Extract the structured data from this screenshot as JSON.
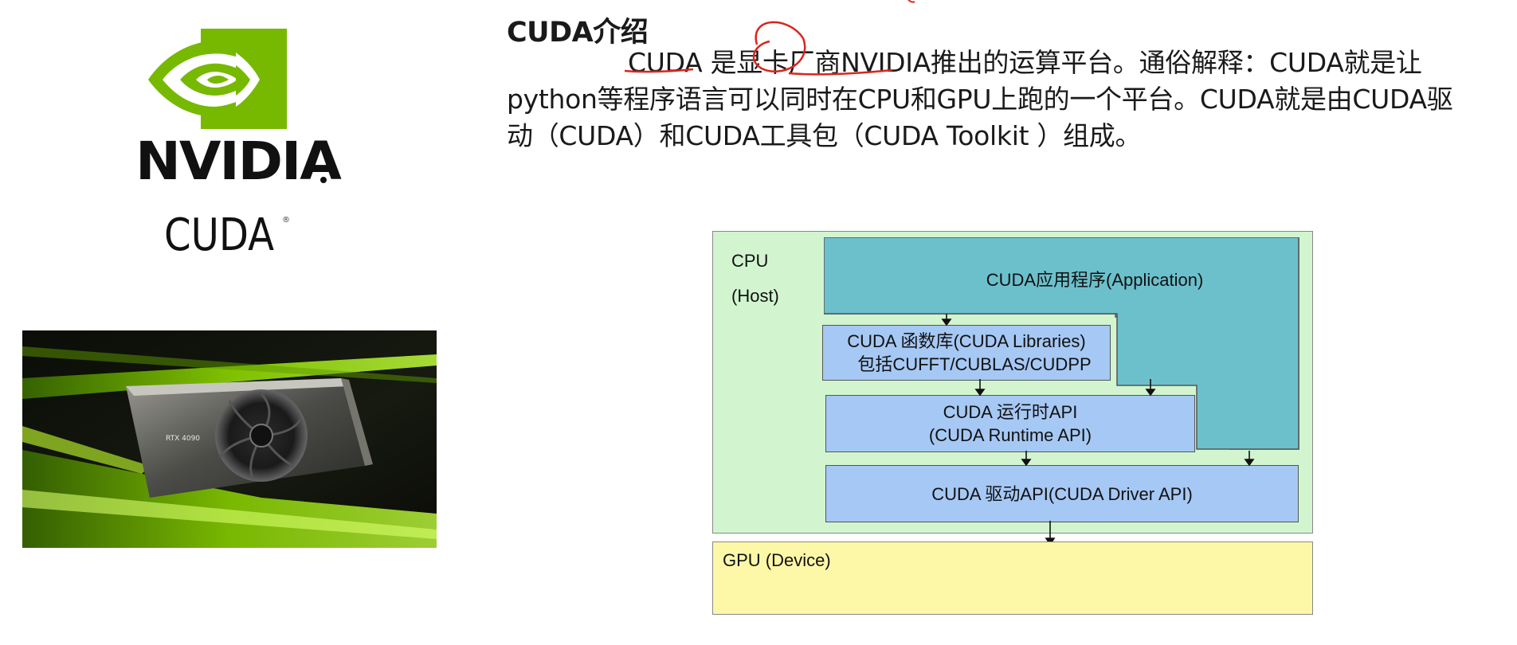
{
  "logo": {
    "wordmark": "NVIDIA",
    "product": "CUDA",
    "registered": "®",
    "brand_green": "#76b900"
  },
  "intro": {
    "title": "CUDA介绍",
    "body": "CUDA 是显卡厂商NVIDIA推出的运算平台。通俗解释：CUDA就是让python等程序语言可以同时在CPU和GPU上跑的一个平台。CUDA就是由CUDA驱动（CUDA）和CUDA工具包（CUDA Toolkit ）组成。",
    "annotation_color": "#d9261c"
  },
  "diagram": {
    "host_label_line1": "CPU",
    "host_label_line2": "(Host)",
    "app_label": "CUDA应用程序(Application)",
    "lib_line1": "CUDA 函数库(CUDA Libraries)",
    "lib_line2": "包括CUFFT/CUBLAS/CUDPP",
    "runtime_line1": "CUDA 运行时API",
    "runtime_line2": "(CUDA Runtime API)",
    "driver_label": "CUDA 驱动API(CUDA Driver API)",
    "device_label": "GPU (Device)",
    "colors": {
      "host": "#d2f5d0",
      "device": "#fdf8a8",
      "application": "#6cc0cc",
      "api_boxes": "#a6c8f4"
    }
  },
  "images": {
    "gpu_photo": "graphics-card-photo",
    "card_model_text": "RTX 4090"
  }
}
